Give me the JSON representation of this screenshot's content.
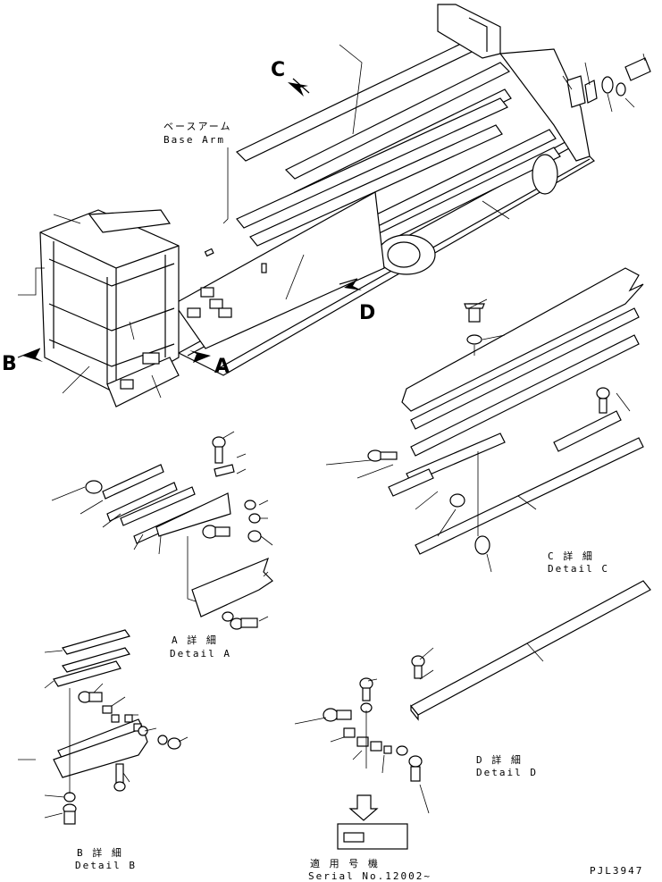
{
  "title_block": {
    "drawing_number": "PJL3947"
  },
  "base_arm": {
    "label_jp": "ベースアーム",
    "label_en": "Base Arm"
  },
  "view_letters": {
    "a": "A",
    "b": "B",
    "c": "C",
    "d": "D"
  },
  "details": {
    "a": {
      "jp": "A 詳 細",
      "en": "Detail A"
    },
    "b": {
      "jp": "B 詳 細",
      "en": "Detail B"
    },
    "c": {
      "jp": "C 詳 細",
      "en": "Detail C"
    },
    "d": {
      "jp": "D 詳 細",
      "en": "Detail D"
    }
  },
  "serial": {
    "jp": "適 用 号 機",
    "en": "Serial No.12002~"
  }
}
